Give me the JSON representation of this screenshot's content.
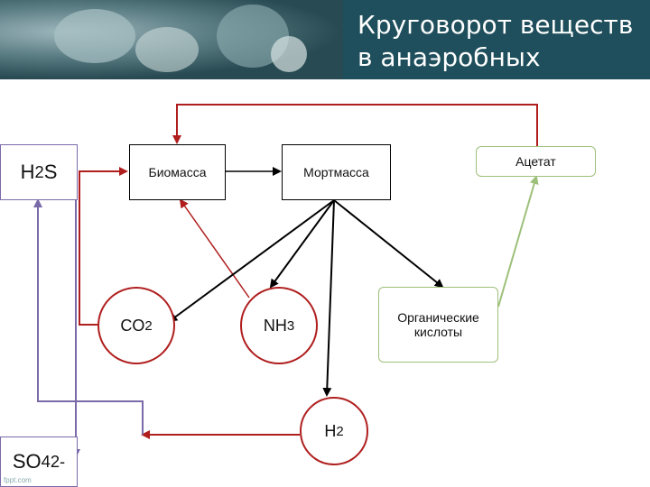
{
  "header": {
    "title": "Круговорот веществ в анаэробных условиях"
  },
  "nodes": {
    "h2s": {
      "main": "H",
      "sub": "2",
      "tail": "S"
    },
    "biomass": "Биомасса",
    "mortmass": "Мортмасса",
    "acetate": "Ацетат",
    "co2": {
      "main": "CO",
      "sub": "2"
    },
    "nh3": {
      "main": "NH",
      "sub": "3"
    },
    "organic_acids": "Органические кислоты",
    "h2": {
      "main": "H",
      "sub": "2"
    },
    "so4": {
      "main": "SO",
      "sub": "4",
      "sup": "2-"
    }
  },
  "watermark": "fppt.com",
  "colors": {
    "header_bg": "#1f4f5c",
    "red": "#b01e1e",
    "green": "#9dc07a",
    "purple": "#7a6aa8",
    "black": "#000000"
  }
}
